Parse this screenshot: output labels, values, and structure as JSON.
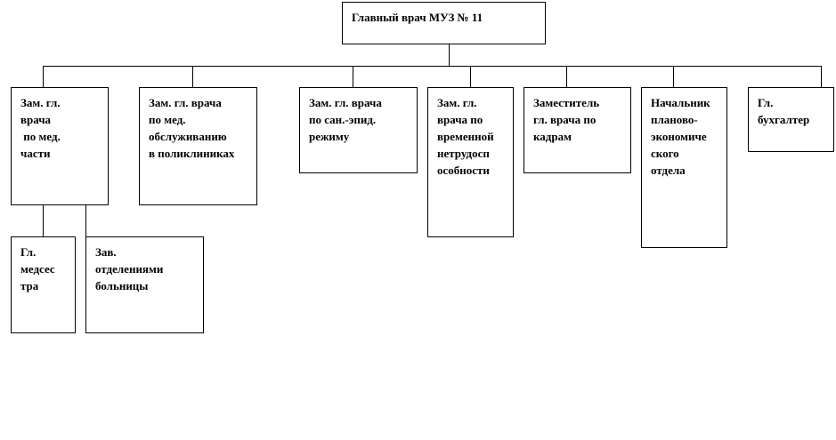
{
  "root": {
    "lines": [
      "Главный врач МУЗ № 11"
    ]
  },
  "deputies": [
    {
      "id": "med",
      "lines": [
        "Зам. гл.",
        "врача",
        " по мед.",
        "части"
      ]
    },
    {
      "id": "poly",
      "lines": [
        "Зам. гл. врача",
        "по мед.",
        "обслуживанию",
        "в поликлиниках"
      ]
    },
    {
      "id": "sanepid",
      "lines": [
        "Зам. гл. врача",
        "по сан.-эпид.",
        "режиму"
      ]
    },
    {
      "id": "disability",
      "lines": [
        "Зам. гл.",
        "врача по",
        "временной",
        "нетрудосп",
        "особности"
      ]
    },
    {
      "id": "hr",
      "lines": [
        "Заместитель",
        "гл. врача по",
        "кадрам"
      ]
    },
    {
      "id": "economic",
      "lines": [
        "Начальник",
        "планово-",
        "экономиче",
        "ского",
        "отдела"
      ]
    },
    {
      "id": "accountant",
      "lines": [
        "Гл.",
        "бухгалтер"
      ]
    }
  ],
  "subordinates": [
    {
      "id": "nurse",
      "lines": [
        "Гл.",
        "медсес",
        "тра"
      ]
    },
    {
      "id": "heads",
      "lines": [
        "Зав.",
        "отделениями",
        "больницы"
      ]
    }
  ]
}
